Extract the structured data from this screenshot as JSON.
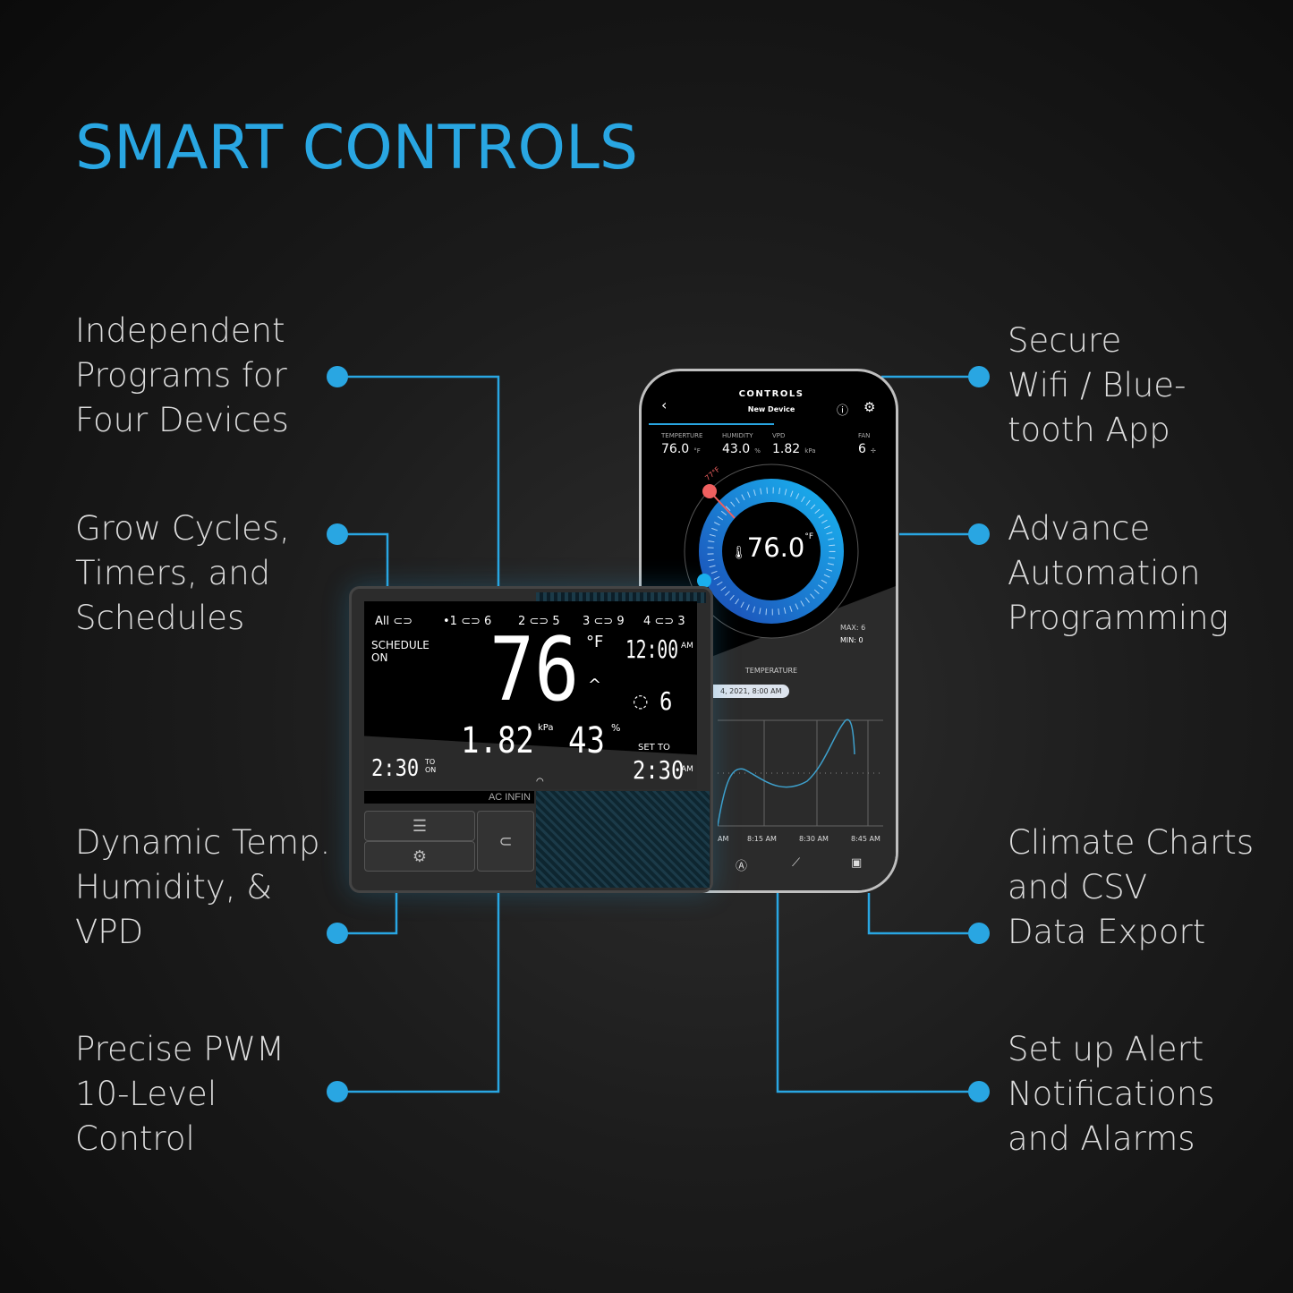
{
  "title": "SMART CONTROLS",
  "accent": "#29a6e2",
  "features_left": [
    {
      "text": "Independent\nPrograms for\nFour Devices"
    },
    {
      "text": "Grow Cycles,\nTimers, and\nSchedules"
    },
    {
      "text": "Dynamic Temp.\nHumidity, &\nVPD"
    },
    {
      "text": "Precise PWM\n10-Level\nControl"
    }
  ],
  "features_right": [
    {
      "text": "Secure\nWifi / Blue-\ntooth App"
    },
    {
      "text": "Advance\nAutomation\nProgramming"
    },
    {
      "text": "Climate Charts\nand CSV\nData Export"
    },
    {
      "text": "Set up Alert\nNotifications\nand Alarms"
    }
  ],
  "controller": {
    "ports": [
      {
        "label": "All"
      },
      {
        "label": "•1",
        "level": "6"
      },
      {
        "label": "2",
        "level": "5"
      },
      {
        "label": "3",
        "level": "9"
      },
      {
        "label": "4",
        "level": "3"
      }
    ],
    "schedule": "SCHEDULE\nON",
    "temp": "76",
    "temp_unit": "°F",
    "clock": "12:00",
    "clock_ampm": "AM",
    "fan_level": "6",
    "vpd": "1.82",
    "vpd_unit": "kPa",
    "humidity": "43",
    "humidity_unit": "%",
    "timer": "2:30",
    "timer_label": "TO ON",
    "set_to_label": "SET TO",
    "set_to": "2:30",
    "set_to_ampm": "AM",
    "brand": "AC INFIN"
  },
  "phone": {
    "title": "CONTROLS",
    "subtitle": "New Device",
    "stats": [
      {
        "label": "TEMPERTURE",
        "value": "76.0",
        "unit": "°F"
      },
      {
        "label": "HUMIDITY",
        "value": "43.0",
        "unit": "%"
      },
      {
        "label": "VPD",
        "value": "1.82",
        "unit": "kPa"
      },
      {
        "label": "FAN",
        "value": "6",
        "unit": ""
      }
    ],
    "dial_value": "76.0",
    "dial_unit": "°F",
    "dial_marker": "77°F",
    "max": "MAX: 6",
    "min": "MIN: 0",
    "chart_title": "TEMPERATURE",
    "chart_tooltip": "4, 2021, 8:00 AM",
    "chart_ticks": [
      "AM",
      "8:15 AM",
      "8:30 AM",
      "8:45 AM"
    ]
  }
}
